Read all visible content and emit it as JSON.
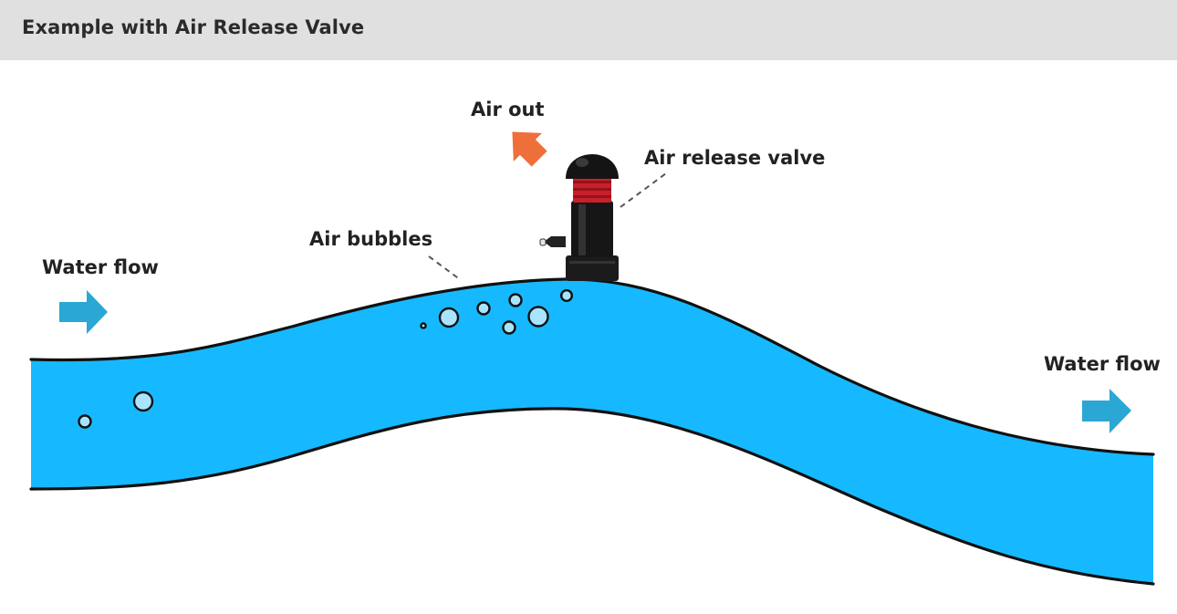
{
  "header": {
    "title": "Example with Air Release Valve"
  },
  "labels": {
    "air_out": "Air out",
    "air_release_valve": "Air release valve",
    "air_bubbles": "Air bubbles",
    "water_flow_left": "Water flow",
    "water_flow_right": "Water flow"
  },
  "colors": {
    "water": "#16b9ff",
    "outline": "#111111",
    "bubble_fill": "#a9e4ff",
    "flow_arrow": "#2aa7d4",
    "air_arrow": "#ef6f3a",
    "valve_body": "#1c1c1c",
    "valve_cap": "#1a1a1a",
    "valve_ring": "#c8202a",
    "header_bg": "#e0e0e0"
  },
  "icons": {
    "flow_arrow": "right-arrow-icon",
    "air_arrow": "up-left-arrow-icon",
    "valve": "air-release-valve-icon",
    "bubble": "circle-bubble-icon"
  }
}
